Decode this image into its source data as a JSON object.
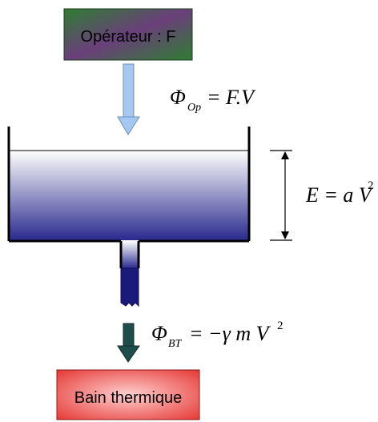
{
  "operator_box": {
    "label": "Opérateur : F",
    "fill": "#2e7d32",
    "border": "#1b3d1c"
  },
  "heat_bath_box": {
    "label": "Bain thermique",
    "fill": "#e53935",
    "border": "#8b1a1a"
  },
  "arrows": {
    "input_color": "#a6c8f0",
    "output_color": "#1f4d4a"
  },
  "reservoir": {
    "liquid_top": "#ffffff",
    "liquid_bottom": "#2a2a8f",
    "wall_color": "#000000"
  },
  "equations": {
    "flux_operator": {
      "symbol": "Φ",
      "subscript": "Op",
      "rhs": "= F.V"
    },
    "energy": {
      "lhs": "E",
      "rhs": "= a V",
      "exponent": "2"
    },
    "flux_bath": {
      "symbol": "Φ",
      "subscript": "BT",
      "rhs": "= −γ m V",
      "exponent": "2"
    }
  }
}
